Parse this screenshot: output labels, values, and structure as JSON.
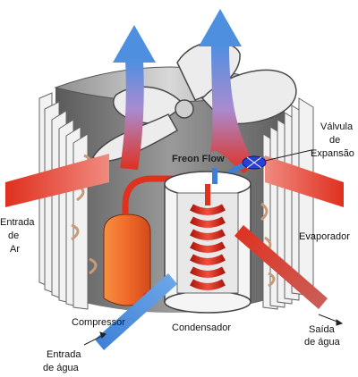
{
  "labels": {
    "freon_flow": "Freon Flow",
    "valvula": [
      "Válvula",
      "de",
      "Expansão"
    ],
    "entrada_ar": [
      "Entrada",
      "de",
      "Ar"
    ],
    "evaporador": "Evaporador",
    "compressor": "Compressor",
    "condensador": "Condensador",
    "saida_agua": [
      "Saída",
      "de água"
    ],
    "entrada_agua": [
      "Entrada",
      "de água"
    ]
  },
  "colors": {
    "hot": "#e0301e",
    "cold": "#3d7fd6",
    "housing": "#bdbdbd",
    "housing_dark": "#6e6e6e",
    "compressor": "#f06a2a",
    "valve": "#2a3fd6"
  }
}
